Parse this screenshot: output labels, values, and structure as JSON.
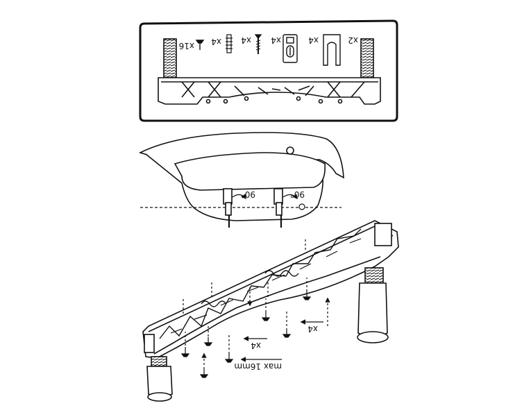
{
  "parts_box": {
    "items": [
      {
        "icon": "screw-icon",
        "qty": "x16"
      },
      {
        "icon": "wall-plug-icon",
        "qty": "x4"
      },
      {
        "icon": "wood-screw-icon",
        "qty": "x4"
      },
      {
        "icon": "mounting-bracket-icon",
        "qty": "x4"
      },
      {
        "icon": "foot-pad-icon",
        "qty": "x4"
      },
      {
        "icon": "leg-bolt-icon",
        "qty": "x2"
      }
    ]
  },
  "bath": {
    "angle_left": "90°",
    "angle_right": "90°"
  },
  "assembly": {
    "screws_left_qty": "x4",
    "screws_right_qty": "x4",
    "max_depth": "max 16mm"
  },
  "colors": {
    "line": "#111111",
    "background": "#ffffff"
  }
}
